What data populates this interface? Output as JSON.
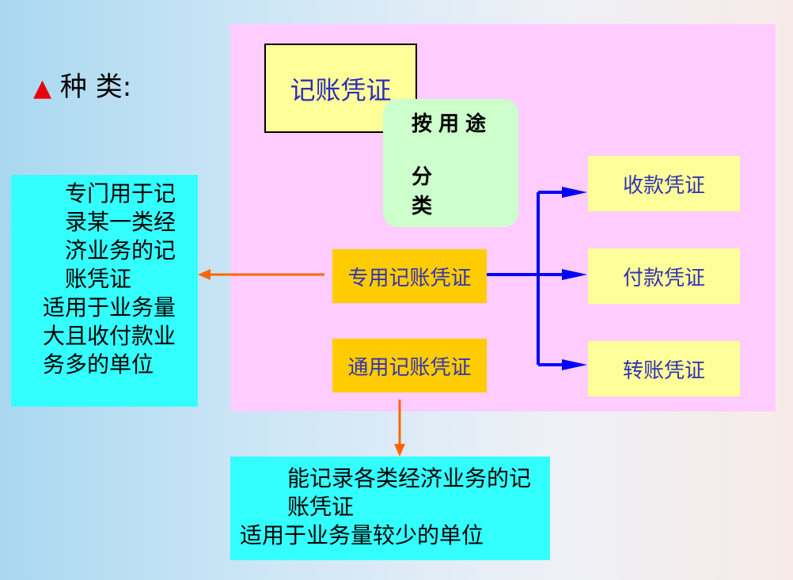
{
  "heading": {
    "symbol": "▲",
    "text": "种 类:"
  },
  "diagram": {
    "root": "记账凭证",
    "classifier": {
      "line1": "按用途",
      "line2": "分类"
    },
    "special": "专用记账凭证",
    "general": "通用记账凭证",
    "special_subtypes": [
      "收款凭证",
      "付款凭证",
      "转账凭证"
    ],
    "special_note": {
      "definition": "专门用于记录某一类经济业务的记账凭证",
      "usage": "适用于业务量大且收付款业务多的单位"
    },
    "general_note": {
      "definition": "能记录各类经济业务的记账凭证",
      "usage": "适用于业务量较少的单位"
    }
  },
  "colors": {
    "panel": "#ffccff",
    "note_box": "#33ffff",
    "blue_arrow": "#0000ff",
    "orange_arrow": "#ff6600",
    "triangle": "#e8000b"
  }
}
